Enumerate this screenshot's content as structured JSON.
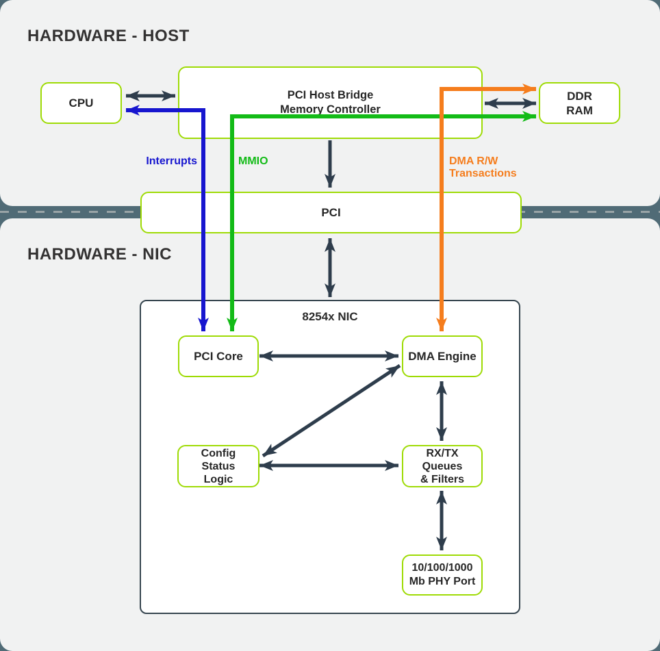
{
  "sections": {
    "host_title": "HARDWARE - HOST",
    "nic_title": "HARDWARE - NIC"
  },
  "boxes": {
    "cpu": {
      "label": "CPU"
    },
    "bridge": {
      "line1": "PCI Host Bridge",
      "line2": "Memory Controller"
    },
    "ddr": {
      "line1": "DDR",
      "line2": "RAM"
    },
    "pci": {
      "label": "PCI"
    },
    "nic_chip": {
      "label": "8254x NIC"
    },
    "pci_core": {
      "label": "PCI Core"
    },
    "dma_engine": {
      "label": "DMA Engine"
    },
    "config_status_logic": {
      "line1": "Config",
      "line2": "Status",
      "line3": "Logic"
    },
    "rxtx_queues": {
      "line1": "RX/TX",
      "line2": "Queues",
      "line3": "& Filters"
    },
    "phy_port": {
      "line1": "10/100/1000",
      "line2": "Mb PHY Port"
    }
  },
  "edge_labels": {
    "interrupts": "Interrupts",
    "mmio": "MMIO",
    "dma_line1": "DMA R/W",
    "dma_line2": "Transactions"
  },
  "colors": {
    "interrupts_blue": "#1716cf",
    "mmio_green": "#13bb17",
    "dma_orange": "#f57d1d",
    "dark_arrow": "#2e3d4c",
    "box_border_lime": "#9edb05",
    "nic_border": "#36454f",
    "divider_band": "#506b76",
    "panel_background": "#f1f2f2"
  }
}
